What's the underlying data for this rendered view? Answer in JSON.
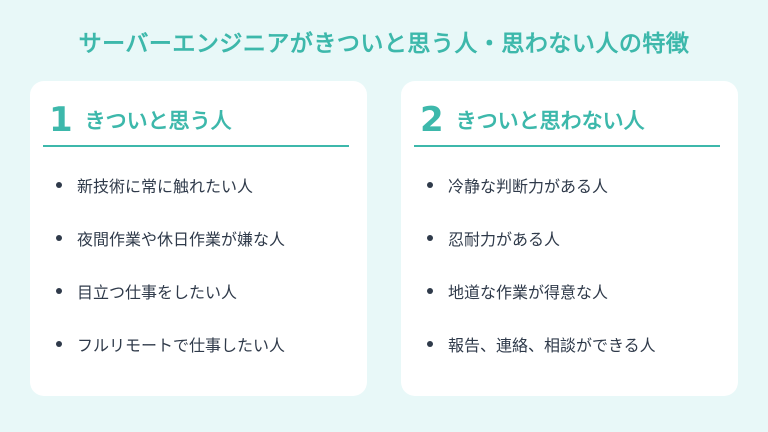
{
  "title": "サーバーエンジニアがきついと思う人・思わない人の特徴",
  "colors": {
    "accent": "#3db8ab",
    "background": "#e8f8f8",
    "card": "#ffffff",
    "text": "#2f3a4a"
  },
  "cards": [
    {
      "number": "1",
      "heading": "きついと思う人",
      "items": [
        "新技術に常に触れたい人",
        "夜間作業や休日作業が嫌な人",
        "目立つ仕事をしたい人",
        "フルリモートで仕事したい人"
      ]
    },
    {
      "number": "2",
      "heading": "きついと思わない人",
      "items": [
        "冷静な判断力がある人",
        "忍耐力がある人",
        "地道な作業が得意な人",
        "報告、連絡、相談ができる人"
      ]
    }
  ]
}
